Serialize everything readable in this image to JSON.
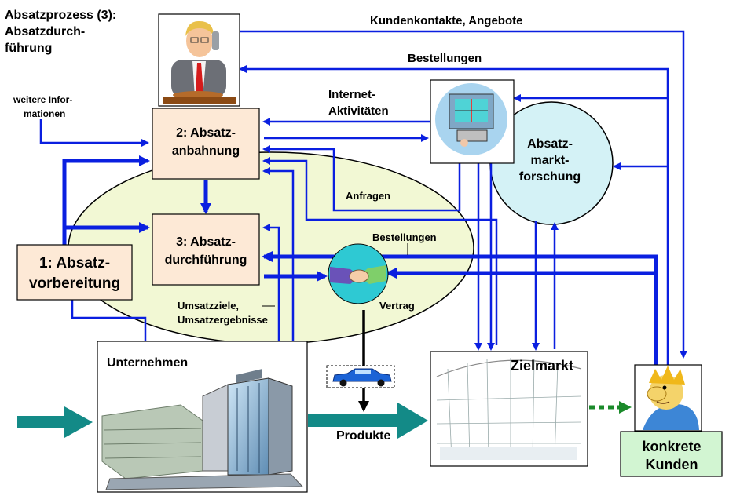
{
  "title": {
    "line1": "Absatzprozess (3):",
    "line2": "Absatzdurch-",
    "line3": "führung"
  },
  "side_note": {
    "line1": "weitere Infor-",
    "line2": "mationen"
  },
  "boxes": {
    "anbahnung": {
      "line1": "2: Absatz-",
      "line2": "anbahnung"
    },
    "durchfuehrung": {
      "line1": "3: Absatz-",
      "line2": "durchführung"
    },
    "vorbereitung": {
      "line1": "1: Absatz-",
      "line2": "vorbereitung"
    },
    "kunden": {
      "line1": "konkrete",
      "line2": "Kunden"
    }
  },
  "circles": {
    "marktforschung": {
      "line1": "Absatz-",
      "line2": "markt-",
      "line3": "forschung"
    }
  },
  "labels": {
    "kundenkontakte": "Kundenkontakte, Angebote",
    "bestellungen_top": "Bestellungen",
    "internet": {
      "line1": "Internet-",
      "line2": "Aktivitäten"
    },
    "anfragen": "Anfragen",
    "bestellungen_mid": "Bestellungen",
    "vertrag": "Vertrag",
    "umsatz": {
      "line1": "Umsatzziele,",
      "line2": "Umsatzergebnisse"
    },
    "unternehmen": "Unternehmen",
    "zielmarkt": "Zielmarkt",
    "produkte": "Produkte"
  },
  "colors": {
    "arrow_blue": "#0a1fe0",
    "box_fill": "#fde9d6",
    "ellipse_fill": "#f2f8d4",
    "circle_fill": "#d4f2f6",
    "kunden_fill": "#d2f5d2",
    "teal_arrow": "#138a87",
    "green_dotted": "#1a8a2a"
  },
  "icons": [
    "businessman-phone-icon",
    "internet-computer-icon",
    "handshake-icon",
    "car-icon",
    "company-buildings-icon",
    "market-hall-icon",
    "customer-face-icon"
  ]
}
